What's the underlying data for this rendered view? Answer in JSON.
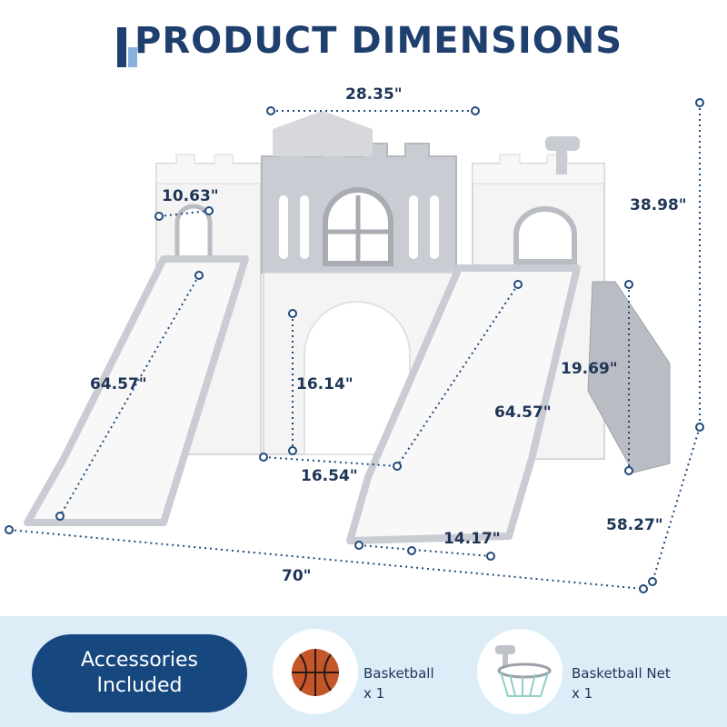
{
  "title": "PRODUCT DIMENSIONS",
  "dimensions": {
    "top_width": "28.35\"",
    "tower_width": "10.63\"",
    "total_height": "38.98\"",
    "slide_left": "64.57\"",
    "arch_height": "16.14\"",
    "slide_right": "64.57\"",
    "climb_height": "19.69\"",
    "arch_width": "16.54\"",
    "slide_width": "14.17\"",
    "depth": "58.27\"",
    "length": "70\""
  },
  "accessories": {
    "heading_line1": "Accessories",
    "heading_line2": "Included",
    "items": [
      {
        "name": "Basketball",
        "qty": "x 1"
      },
      {
        "name": "Basketball Net",
        "qty": "x 1"
      }
    ]
  },
  "colors": {
    "navy": "#17477f",
    "title": "#1f3f6e",
    "panel_bg": "#dcedf8",
    "gray_part": "#c9ccd2",
    "white_part": "#f4f4f4"
  }
}
